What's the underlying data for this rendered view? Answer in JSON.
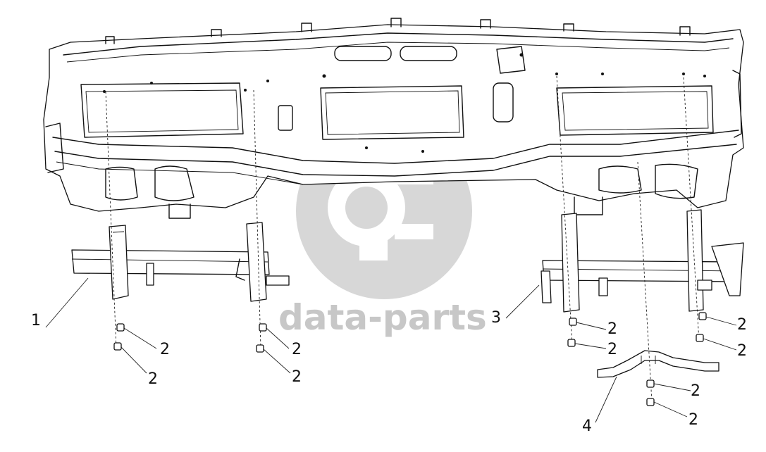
{
  "watermark": {
    "text": "data-parts",
    "color": "#c7c7c7"
  },
  "callouts": {
    "part1": "1",
    "part2": "2",
    "part3": "3",
    "part4": "4"
  },
  "ink_color": "#111111"
}
